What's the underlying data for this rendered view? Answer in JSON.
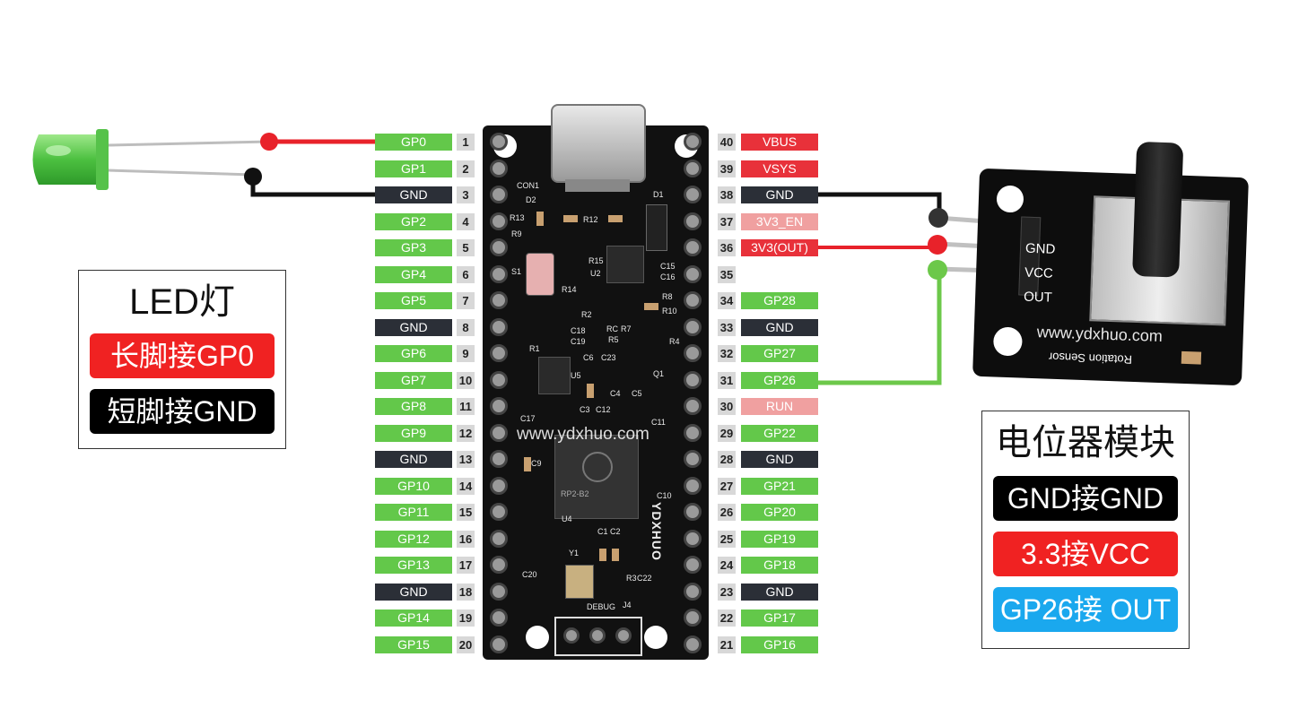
{
  "colors": {
    "gp": "#63c84a",
    "gnd": "#2b2f37",
    "power": "#e8313a",
    "power_light": "#f0a0a0",
    "wire_red": "#e8222a",
    "wire_black": "#111111",
    "wire_green": "#6cc84a",
    "pill_red": "#f02222",
    "pill_black": "#000000",
    "pill_blue": "#1aa8ee"
  },
  "left_pins": [
    {
      "num": "1",
      "label": "GP0",
      "kind": "gp"
    },
    {
      "num": "2",
      "label": "GP1",
      "kind": "gp"
    },
    {
      "num": "3",
      "label": "GND",
      "kind": "gnd"
    },
    {
      "num": "4",
      "label": "GP2",
      "kind": "gp"
    },
    {
      "num": "5",
      "label": "GP3",
      "kind": "gp"
    },
    {
      "num": "6",
      "label": "GP4",
      "kind": "gp"
    },
    {
      "num": "7",
      "label": "GP5",
      "kind": "gp"
    },
    {
      "num": "8",
      "label": "GND",
      "kind": "gnd"
    },
    {
      "num": "9",
      "label": "GP6",
      "kind": "gp"
    },
    {
      "num": "10",
      "label": "GP7",
      "kind": "gp"
    },
    {
      "num": "11",
      "label": "GP8",
      "kind": "gp"
    },
    {
      "num": "12",
      "label": "GP9",
      "kind": "gp"
    },
    {
      "num": "13",
      "label": "GND",
      "kind": "gnd"
    },
    {
      "num": "14",
      "label": "GP10",
      "kind": "gp"
    },
    {
      "num": "15",
      "label": "GP11",
      "kind": "gp"
    },
    {
      "num": "16",
      "label": "GP12",
      "kind": "gp"
    },
    {
      "num": "17",
      "label": "GP13",
      "kind": "gp"
    },
    {
      "num": "18",
      "label": "GND",
      "kind": "gnd"
    },
    {
      "num": "19",
      "label": "GP14",
      "kind": "gp"
    },
    {
      "num": "20",
      "label": "GP15",
      "kind": "gp"
    }
  ],
  "right_pins": [
    {
      "num": "40",
      "label": "VBUS",
      "kind": "power"
    },
    {
      "num": "39",
      "label": "VSYS",
      "kind": "power"
    },
    {
      "num": "38",
      "label": "GND",
      "kind": "gnd"
    },
    {
      "num": "37",
      "label": "3V3_EN",
      "kind": "power_light"
    },
    {
      "num": "36",
      "label": "3V3(OUT)",
      "kind": "power"
    },
    {
      "num": "35",
      "label": "",
      "kind": "none"
    },
    {
      "num": "34",
      "label": "GP28",
      "kind": "gp"
    },
    {
      "num": "33",
      "label": "GND",
      "kind": "gnd"
    },
    {
      "num": "32",
      "label": "GP27",
      "kind": "gp"
    },
    {
      "num": "31",
      "label": "GP26",
      "kind": "gp"
    },
    {
      "num": "30",
      "label": "RUN",
      "kind": "power_light"
    },
    {
      "num": "29",
      "label": "GP22",
      "kind": "gp"
    },
    {
      "num": "28",
      "label": "GND",
      "kind": "gnd"
    },
    {
      "num": "27",
      "label": "GP21",
      "kind": "gp"
    },
    {
      "num": "26",
      "label": "GP20",
      "kind": "gp"
    },
    {
      "num": "25",
      "label": "GP19",
      "kind": "gp"
    },
    {
      "num": "24",
      "label": "GP18",
      "kind": "gp"
    },
    {
      "num": "23",
      "label": "GND",
      "kind": "gnd"
    },
    {
      "num": "22",
      "label": "GP17",
      "kind": "gp"
    },
    {
      "num": "21",
      "label": "GP16",
      "kind": "gp"
    }
  ],
  "led_legend": {
    "title": "LED灯",
    "long_leg": "长脚接GP0",
    "short_leg": "短脚接GND"
  },
  "pot_legend": {
    "title": "电位器模块",
    "gnd": "GND接GND",
    "vcc": "3.3接VCC",
    "out": "GP26接 OUT"
  },
  "board": {
    "watermark": "www.ydxhuo.com",
    "brand": "YDXHUO",
    "silk": [
      "CON1",
      "D2",
      "D1",
      "R13",
      "R9",
      "R12",
      "S1",
      "R14",
      "R15",
      "U2",
      "C15",
      "C16",
      "R8",
      "R10",
      "R2",
      "C18",
      "C19",
      "RC",
      "R7",
      "R5",
      "R1",
      "R4",
      "C6",
      "C23",
      "U5",
      "Q1",
      "C4",
      "C5",
      "C3",
      "C12",
      "C17",
      "C11",
      "C9",
      "C10",
      "U4",
      "C1",
      "C2",
      "Y1",
      "C20",
      "R3",
      "C22",
      "DEBUG",
      "J4"
    ],
    "chip_text": "RP2-B2"
  },
  "sensor": {
    "pins": [
      "GND",
      "VCC",
      "OUT"
    ],
    "watermark": "www.ydxhuo.com",
    "name": "Rotation Sensor"
  }
}
